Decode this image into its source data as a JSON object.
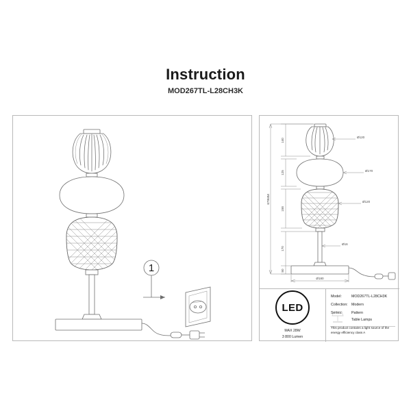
{
  "header": {
    "title": "Instruction",
    "model_code": "MOD267TL-L28CH3K"
  },
  "left_panel": {
    "name": "assembly-illustration",
    "step_number": "1"
  },
  "right_panel": {
    "dimensions": {
      "overall_height": "679MM",
      "vertical": [
        "140",
        "125",
        "158",
        "170",
        "80"
      ],
      "diameters": [
        "Ø120",
        "Ø170",
        "Ø120",
        "Ø16"
      ],
      "base_width": "Ø180"
    }
  },
  "info": {
    "led_label": "LED",
    "max_power": "MAX 28W",
    "lumen": "3 800 Lumen",
    "rows": [
      {
        "key": "Model:",
        "value": "MOD267TL-L28CH3K"
      },
      {
        "key": "Collection:",
        "value": "Modern"
      },
      {
        "key": "Series:",
        "value": "Pattern"
      }
    ],
    "series_sub": "Table Lamps",
    "note": "This product contains a light source of the energy efficiency class A"
  },
  "colors": {
    "line": "#6e6e6e",
    "dim_line": "#8a8a8a",
    "border": "#b9b9b9",
    "text": "#1a1a1a"
  }
}
